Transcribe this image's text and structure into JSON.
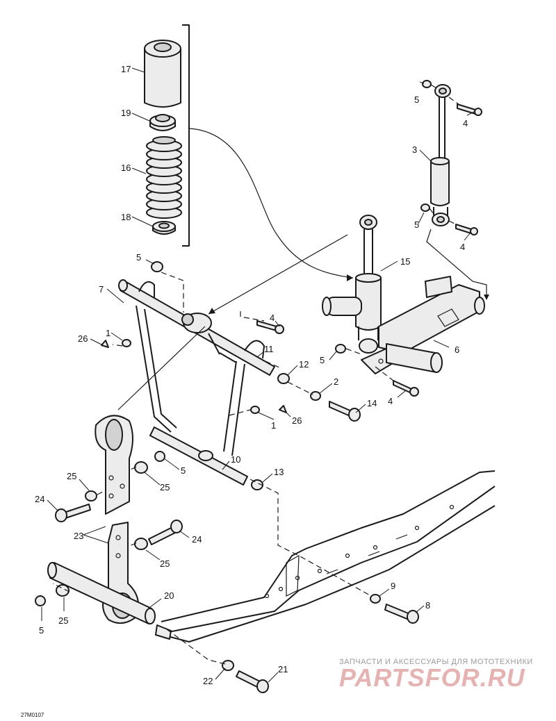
{
  "callouts": [
    {
      "id": "c17",
      "label": "17"
    },
    {
      "id": "c19",
      "label": "19"
    },
    {
      "id": "c16",
      "label": "16"
    },
    {
      "id": "c18",
      "label": "18"
    },
    {
      "id": "c5a",
      "label": "5"
    },
    {
      "id": "c4a",
      "label": "4"
    },
    {
      "id": "c3",
      "label": "3"
    },
    {
      "id": "c5b",
      "label": "5"
    },
    {
      "id": "c4b",
      "label": "4"
    },
    {
      "id": "c15",
      "label": "15"
    },
    {
      "id": "c5c",
      "label": "5"
    },
    {
      "id": "c7",
      "label": "7"
    },
    {
      "id": "c4c",
      "label": "4"
    },
    {
      "id": "c1a",
      "label": "1"
    },
    {
      "id": "c26a",
      "label": "26"
    },
    {
      "id": "c11",
      "label": "11"
    },
    {
      "id": "c12",
      "label": "12"
    },
    {
      "id": "c5d",
      "label": "5"
    },
    {
      "id": "c6",
      "label": "6"
    },
    {
      "id": "c2",
      "label": "2"
    },
    {
      "id": "c4d",
      "label": "4"
    },
    {
      "id": "c14",
      "label": "14"
    },
    {
      "id": "c1b",
      "label": "1"
    },
    {
      "id": "c26b",
      "label": "26"
    },
    {
      "id": "c5e",
      "label": "5"
    },
    {
      "id": "c25a",
      "label": "25"
    },
    {
      "id": "c25b",
      "label": "25"
    },
    {
      "id": "c10",
      "label": "10"
    },
    {
      "id": "c13",
      "label": "13"
    },
    {
      "id": "c24a",
      "label": "24"
    },
    {
      "id": "c23",
      "label": "23"
    },
    {
      "id": "c24b",
      "label": "24"
    },
    {
      "id": "c25c",
      "label": "25"
    },
    {
      "id": "c9",
      "label": "9"
    },
    {
      "id": "c8",
      "label": "8"
    },
    {
      "id": "c20",
      "label": "20"
    },
    {
      "id": "c5f",
      "label": "5"
    },
    {
      "id": "c25d",
      "label": "25"
    },
    {
      "id": "c22",
      "label": "22"
    },
    {
      "id": "c21",
      "label": "21"
    }
  ],
  "drawing_code": "27M0107",
  "watermark": {
    "caption": "ЗАПЧАСТИ И АКСЕССУАРЫ ДЛЯ МОТОТЕХНИКИ",
    "brand": "PARTSFOR.RU"
  }
}
